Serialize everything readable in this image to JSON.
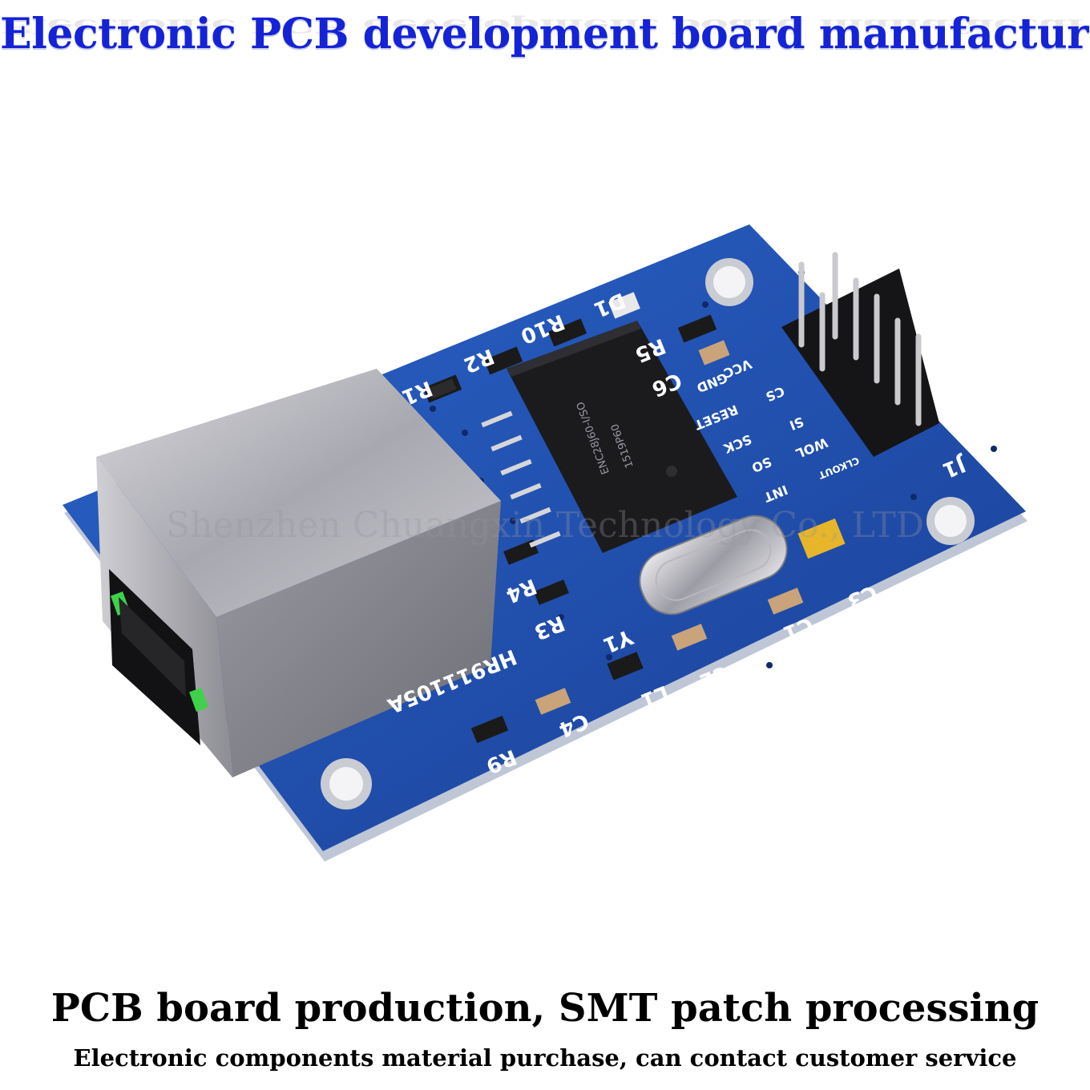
{
  "header": {
    "title": "Electronic PCB development board manufacturer"
  },
  "watermark": {
    "text": "Shenzhen Chuangxin Technology Co., LTD"
  },
  "board": {
    "labels": {
      "r1": "R1",
      "r2": "R2",
      "r10": "R10",
      "d1": "D1",
      "r5": "R5",
      "c6": "C6",
      "r4": "R4",
      "r3": "R3",
      "y1": "Y1",
      "c1": "C1",
      "c2": "C2",
      "c3": "C3",
      "c4": "C4",
      "l1": "L1",
      "r9": "R9",
      "j1": "J1",
      "connector_part": "HR911105A"
    },
    "pins": {
      "vcc": "VCC",
      "gnd": "GND",
      "cs": "CS",
      "reset": "RESET",
      "si": "SI",
      "sck": "SCK",
      "wol": "WOL",
      "so": "SO",
      "clkout": "CLKOUT",
      "int": "INT"
    },
    "chip_marking": "ENC28J60-I/SO",
    "chip_lot": "1519P60"
  },
  "captions": {
    "main": "PCB board production, SMT patch processing",
    "sub": "Electronic components material purchase, can contact customer service"
  },
  "colors": {
    "title": "#1523d6",
    "board": "#1f4fb0",
    "caption": "#000000"
  }
}
